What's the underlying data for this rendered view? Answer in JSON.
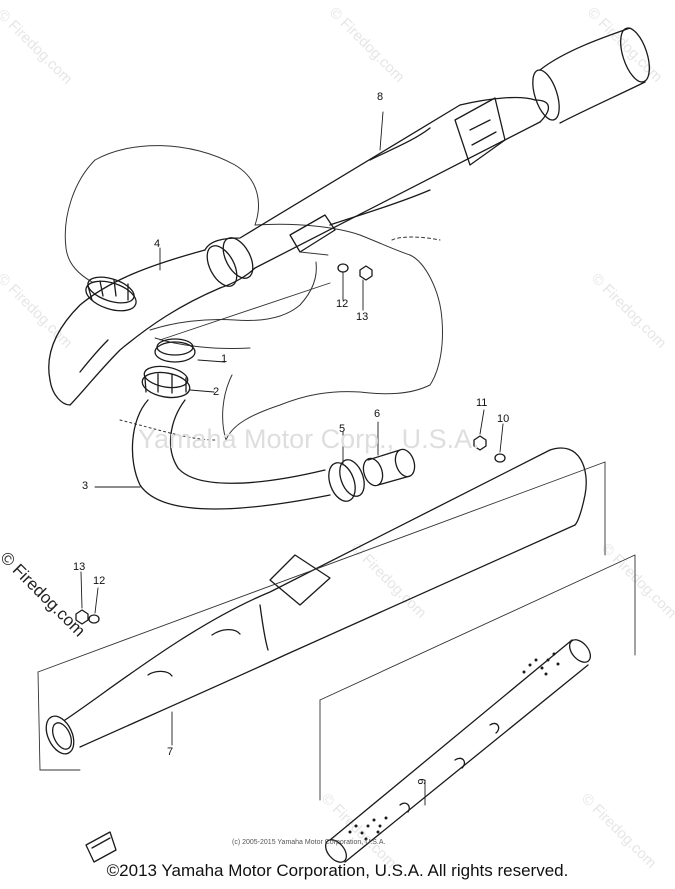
{
  "watermark": {
    "site": "© Firedog.com",
    "center": "Yamaha Motor Corp., U.S.A."
  },
  "callouts": {
    "c1": "1",
    "c2": "2",
    "c3": "3",
    "c4": "4",
    "c5": "5",
    "c6": "6",
    "c7": "7",
    "c8": "8",
    "c9": "9",
    "c10": "10",
    "c11": "11",
    "c12a": "12",
    "c13a": "13",
    "c12b": "12",
    "c13b": "13"
  },
  "small_copyright": "(c) 2005-2015 Yamaha Motor Corporation, U.S.A.",
  "footer": "©2013 Yamaha Motor Corporation, U.S.A. All rights reserved.",
  "colors": {
    "line": "#1a1a1a",
    "watermark": "#e0e0e0"
  }
}
